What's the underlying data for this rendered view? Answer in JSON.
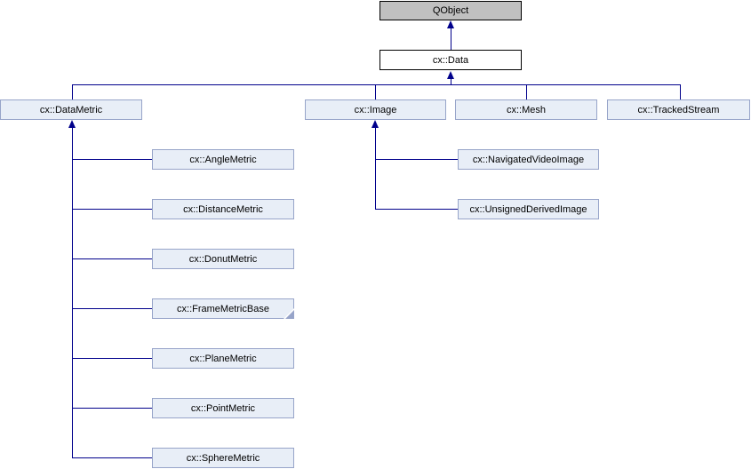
{
  "diagram": {
    "type": "class-inheritance-diagram",
    "nodes": {
      "qobject": {
        "label": "QObject",
        "style": "current-class"
      },
      "data": {
        "label": "cx::Data"
      },
      "datametric": {
        "label": "cx::DataMetric"
      },
      "image": {
        "label": "cx::Image"
      },
      "mesh": {
        "label": "cx::Mesh"
      },
      "trackedstream": {
        "label": "cx::TrackedStream"
      },
      "anglemetric": {
        "label": "cx::AngleMetric"
      },
      "distancemetric": {
        "label": "cx::DistanceMetric"
      },
      "donutmetric": {
        "label": "cx::DonutMetric"
      },
      "framemetricbase": {
        "label": "cx::FrameMetricBase",
        "truncated": true
      },
      "planemetric": {
        "label": "cx::PlaneMetric"
      },
      "pointmetric": {
        "label": "cx::PointMetric"
      },
      "spheremetric": {
        "label": "cx::SphereMetric"
      },
      "navigatedvideoimage": {
        "label": "cx::NavigatedVideoImage"
      },
      "unsignedderivedimage": {
        "label": "cx::UnsignedDerivedImage"
      }
    },
    "edges": [
      {
        "from": "cx::Data",
        "to": "QObject"
      },
      {
        "from": "cx::DataMetric",
        "to": "cx::Data"
      },
      {
        "from": "cx::Image",
        "to": "cx::Data"
      },
      {
        "from": "cx::Mesh",
        "to": "cx::Data"
      },
      {
        "from": "cx::TrackedStream",
        "to": "cx::Data"
      },
      {
        "from": "cx::AngleMetric",
        "to": "cx::DataMetric"
      },
      {
        "from": "cx::DistanceMetric",
        "to": "cx::DataMetric"
      },
      {
        "from": "cx::DonutMetric",
        "to": "cx::DataMetric"
      },
      {
        "from": "cx::FrameMetricBase",
        "to": "cx::DataMetric"
      },
      {
        "from": "cx::PlaneMetric",
        "to": "cx::DataMetric"
      },
      {
        "from": "cx::PointMetric",
        "to": "cx::DataMetric"
      },
      {
        "from": "cx::SphereMetric",
        "to": "cx::DataMetric"
      },
      {
        "from": "cx::NavigatedVideoImage",
        "to": "cx::Image"
      },
      {
        "from": "cx::UnsignedDerivedImage",
        "to": "cx::Image"
      }
    ],
    "colors": {
      "edge": "#00008B",
      "node_fill": "#E8EEF7",
      "node_border": "#97A4C9",
      "current_node_fill": "#C0C0C0",
      "current_node_border": "#000000",
      "plain_node_fill": "#FFFFFF",
      "text": "#000000",
      "background": "#FFFFFF"
    }
  }
}
